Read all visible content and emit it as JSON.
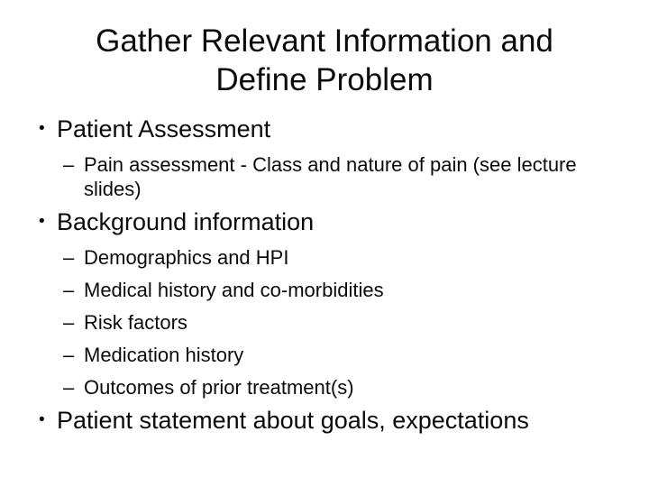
{
  "slide": {
    "title_lines": [
      "Gather Relevant Information and",
      "Define Problem"
    ],
    "bullet_char": "•",
    "dash_char": "–",
    "sections": [
      {
        "heading": "Patient Assessment",
        "subitems": [
          {
            "lines": [
              "Pain assessment - Class and nature of pain (see lecture",
              "slides)"
            ]
          }
        ]
      },
      {
        "heading": "Background information",
        "subitems": [
          {
            "lines": [
              "Demographics and HPI"
            ]
          },
          {
            "lines": [
              "Medical history and co-morbidities"
            ]
          },
          {
            "lines": [
              "Risk factors"
            ]
          },
          {
            "lines": [
              "Medication history"
            ]
          },
          {
            "lines": [
              "Outcomes of prior treatment(s)"
            ]
          }
        ]
      },
      {
        "heading": "Patient statement about goals, expectations",
        "subitems": []
      }
    ],
    "colors": {
      "background": "#ffffff",
      "text": "#0b0b0b"
    }
  }
}
